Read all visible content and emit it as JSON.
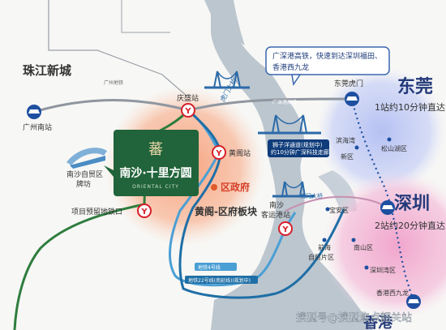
{
  "districts": {
    "pearl_river_new_town": "珠江新城",
    "dongguan": "东莞",
    "shenzhen": "深圳",
    "hong_kong": "香港"
  },
  "stations": {
    "guangzhou_south": "广州南站",
    "qingsheng": "庆盛站",
    "huangge": "黄阁站",
    "nansha_passenger": "南沙\n客运港站",
    "project_metro": "项目预留地铁口",
    "humen": "东莞虎门",
    "hk_west_kowloon": "香港西九龙",
    "nansha_ftz_gate": "南沙自贸区\n牌坊"
  },
  "areas": {
    "songshan_lake": "松山湖区",
    "binhai_bay": "滨海湾\n新区",
    "baoan": "宝安区",
    "qianhai": "前海\n自贸片区",
    "nanshan": "南山区",
    "shenzhen_bay": "深圳湾区"
  },
  "bridges": {
    "humen_bridge": "虎门大桥",
    "nansha_bridge": "南沙大桥",
    "nanhe_bridge": "南门大桥"
  },
  "labels": {
    "district_gov": "区政府",
    "huangge_block": "黄阁-区府板块",
    "dongguan_note": "1站约10分钟直达",
    "shenzhen_note": "2站约20分钟直达",
    "callout": "广深港高铁，快速到达深圳福田、\n香港西九龙",
    "shiziyang_tunnel": "狮子洋通道",
    "shiziyang_tunnel_small": "(规划中)",
    "shiziyang_note": "约10分钟广深科技走廊",
    "guangshen_hsr": "广深港高铁",
    "guangzhou_metro": "广州地铁",
    "line4": "地铁4号线",
    "line22": "地铁22号线(南延线)",
    "line22_small": "(规划中)",
    "brand_name": "南沙·十里方圆",
    "brand_sub": "ORIENTAL CITY",
    "watermark": "搜狐号@搜狐焦点韶关站"
  },
  "colors": {
    "river": "#bcc6cf",
    "green_line": "#2e7d3e",
    "blue_line": "#4a9fd4",
    "teal_line": "#1f6fa6",
    "metro_icon": "#d6202a",
    "brand_green": "#21633a",
    "dot_line": "#1e4fa0",
    "orange_halo": "#f6a77f",
    "blue_halo": "#b3bff3",
    "pink_halo": "#f1b3d3"
  }
}
